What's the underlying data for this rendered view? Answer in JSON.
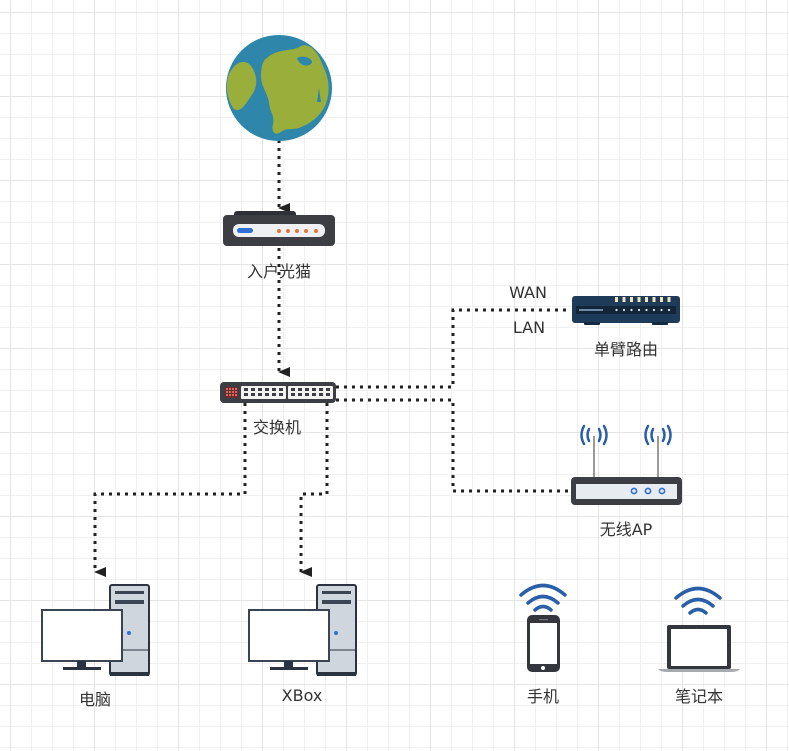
{
  "diagram": {
    "title": "",
    "colors": {
      "line": "#222222",
      "device_dark": "#3d3d44",
      "router_navy": "#1f3b5a",
      "earth_ocean": "#2e86ab",
      "earth_land": "#9aae3c",
      "wifi_blue": "#2a5ea8",
      "port_orange": "#e0763a",
      "led_blue": "#2f6fd6"
    },
    "nodes": {
      "internet": {
        "label": "",
        "icon": "globe-icon"
      },
      "modem": {
        "label": "入户光猫",
        "icon": "modem-icon"
      },
      "switch": {
        "label": "交换机",
        "icon": "switch-icon"
      },
      "router": {
        "label": "单臂路由",
        "icon": "router-icon"
      },
      "ap": {
        "label": "无线AP",
        "icon": "wireless-ap-icon"
      },
      "pc": {
        "label": "电脑",
        "icon": "desktop-computer-icon"
      },
      "xbox": {
        "label": "XBox",
        "icon": "desktop-computer-icon"
      },
      "phone": {
        "label": "手机",
        "icon": "smartphone-icon"
      },
      "laptop": {
        "label": "笔记本",
        "icon": "laptop-icon"
      }
    },
    "edge_labels": {
      "wan": "WAN",
      "lan": "LAN"
    },
    "edges": [
      {
        "from": "internet",
        "to": "modem",
        "style": "dotted",
        "arrow": "end"
      },
      {
        "from": "modem",
        "to": "switch",
        "style": "dotted",
        "arrow": "end"
      },
      {
        "from": "switch",
        "to": "router",
        "style": "dotted",
        "arrow": "none",
        "label": "WAN/LAN"
      },
      {
        "from": "switch",
        "to": "ap",
        "style": "dotted",
        "arrow": "none"
      },
      {
        "from": "switch",
        "to": "pc",
        "style": "dotted",
        "arrow": "end"
      },
      {
        "from": "switch",
        "to": "xbox",
        "style": "dotted",
        "arrow": "end"
      }
    ]
  }
}
